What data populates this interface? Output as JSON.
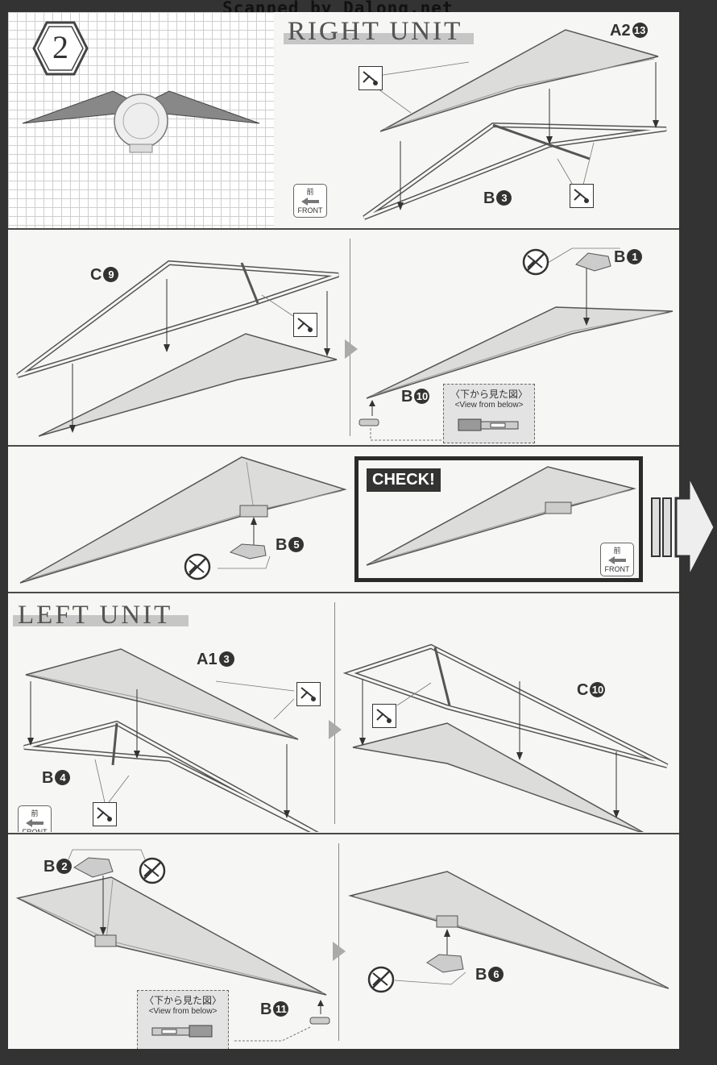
{
  "header": {
    "scanner_credit": "Scanned by Dalong.net"
  },
  "step": {
    "number": "2"
  },
  "sections": {
    "right_unit_title": "RIGHT UNIT",
    "left_unit_title": "LEFT UNIT",
    "check_label": "CHECK!"
  },
  "front_badge": {
    "kanji": "前",
    "label": "FRONT"
  },
  "view_from_below": {
    "jp": "〈下から見た図〉",
    "en": "<View from below>"
  },
  "parts": {
    "a2": {
      "letter": "A2",
      "num": "13"
    },
    "b3": {
      "letter": "B",
      "num": "3"
    },
    "c9": {
      "letter": "C",
      "num": "9"
    },
    "b1": {
      "letter": "B",
      "num": "1"
    },
    "b10": {
      "letter": "B",
      "num": "10"
    },
    "b5": {
      "letter": "B",
      "num": "5"
    },
    "a1": {
      "letter": "A1",
      "num": "3"
    },
    "c10": {
      "letter": "C",
      "num": "10"
    },
    "b4": {
      "letter": "B",
      "num": "4"
    },
    "b2": {
      "letter": "B",
      "num": "2"
    },
    "b11": {
      "letter": "B",
      "num": "11"
    },
    "b6": {
      "letter": "B",
      "num": "6"
    }
  },
  "colors": {
    "panel": "#f6f6f4",
    "wing_fill": "#dcdcda",
    "line": "#555555",
    "frame": "#2a2a2a"
  },
  "icons": [
    "cut-icon",
    "no-cut-icon",
    "front-arrow-icon",
    "next-arrow-icon"
  ]
}
